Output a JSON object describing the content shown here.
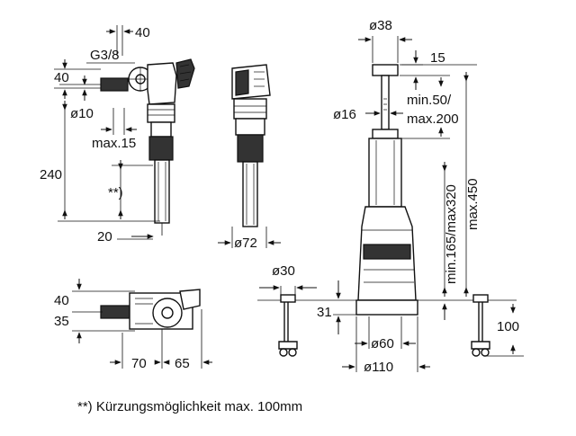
{
  "labels": {
    "d40_top": "40",
    "g38": "G3/8",
    "d40_left": "40",
    "d10": "ø10",
    "max15": "max.15",
    "d240": "240",
    "short": "**)",
    "d20": "20",
    "d72": "ø72",
    "d40_b": "40",
    "d35": "35",
    "d70": "70",
    "d65": "65",
    "d38": "ø38",
    "d15": "15",
    "min50": "min.50/",
    "max200": "max.200",
    "d16": "ø16",
    "v_min165": "min.165/max320",
    "v_max450": "max.450",
    "d30": "ø30",
    "d31": "31",
    "d60": "ø60",
    "d110": "ø110",
    "d100": "100"
  },
  "footnote": "**) Kürzungsmöglichkeit max. 100mm"
}
